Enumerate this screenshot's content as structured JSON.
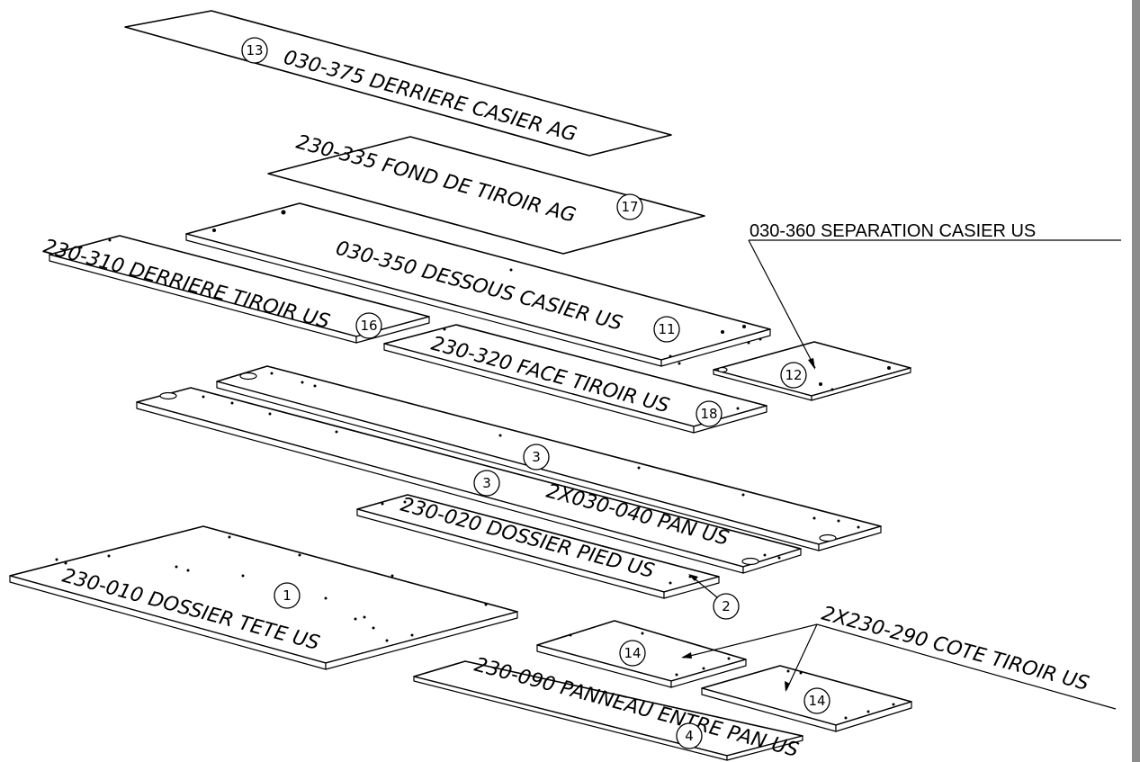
{
  "labels": {
    "p13": "030-375 DERRIERE CASIER AG",
    "p17": "230-335 FOND DE TIROIR AG",
    "p12": "030-360 SEPARATION CASIER US",
    "p16": "230-310 DERRIERE TIROIR US",
    "p11": "030-350 DESSOUS CASIER US",
    "p18": "230-320 FACE TIROIR US",
    "p3": "2X030-040 PAN US",
    "p2": "230-020 DOSSIER PIED US",
    "p1": "230-010 DOSSIER TETE US",
    "p14": "2X230-290 COTE TIROIR US",
    "p4": "230-090 PANNEAU ENTRE PAN US"
  },
  "balloons": {
    "b13": "13",
    "b17": "17",
    "b12": "12",
    "b16": "16",
    "b11": "11",
    "b18": "18",
    "b3a": "3",
    "b3b": "3",
    "b2": "2",
    "b1": "1",
    "b14a": "14",
    "b14b": "14",
    "b4": "4"
  }
}
